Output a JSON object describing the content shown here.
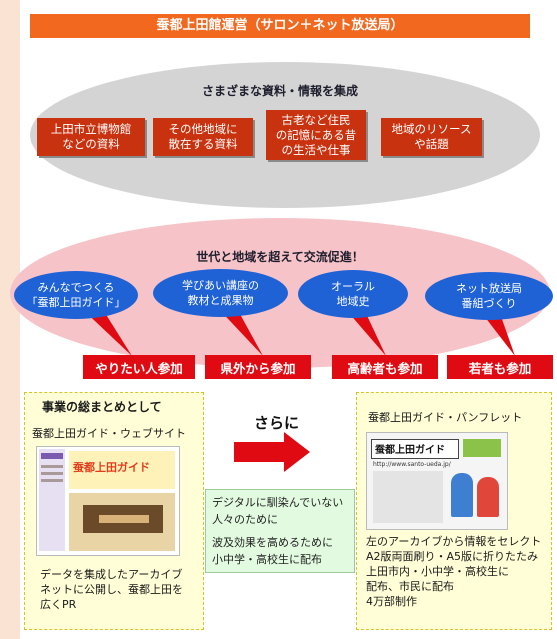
{
  "header": "蚕都上田館運営（サロン＋ネット放送局）",
  "top_section": {
    "title": "さまざまな資料・情報を集成",
    "sources": [
      "上田市立博物館\nなどの資料",
      "その他地域に\n散在する資料",
      "古老など住民\nの記憶にある昔\nの生活や仕事",
      "地域のリソース\nや話題"
    ]
  },
  "middle_section": {
    "title": "世代と地域を超えて交流促進！",
    "bubbles": [
      "みんなでつくる\n「蚕都上田ガイド」",
      "学びあい講座の\n教材と成果物",
      "オーラル\n地域史",
      "ネット放送局\n番組づくり"
    ],
    "participation": [
      "やりたい人参加",
      "県外から参加",
      "高齢者も参加",
      "若者も参加"
    ]
  },
  "left_box": {
    "heading": "事業の総まとめとして",
    "subtitle": "蚕都上田ガイド・ウェブサイト",
    "thumb_title": "蚕都上田ガイド",
    "description": "データを集成したアーカイブ\nネットに公開し、蚕都上田を\n広くPR"
  },
  "arrow_label": "さらに",
  "middle_note": {
    "line1": "デジタルに馴染んでいない\n人々のために",
    "line2": "波及効果を高めるために\n小中学・高校生に配布"
  },
  "right_box": {
    "subtitle": "蚕都上田ガイド・パンフレット",
    "thumb_title": "蚕都上田ガイド",
    "thumb_url": "http://www.santo-ueda.jp/",
    "description": "左のアーカイブから情報をセレクト\nA2版両面刷り・A5版に折りたたみ\n上田市内・小中学・高校生に\n配布、市民に配布\n4万部制作"
  },
  "colors": {
    "header_orange": "#f2681f",
    "source_red": "#c9320f",
    "bubble_blue": "#1f62d6",
    "participation_red": "#e00b12",
    "gray_ellipse": "#d4d4d4",
    "pink_ellipse": "#f6c3c8"
  }
}
